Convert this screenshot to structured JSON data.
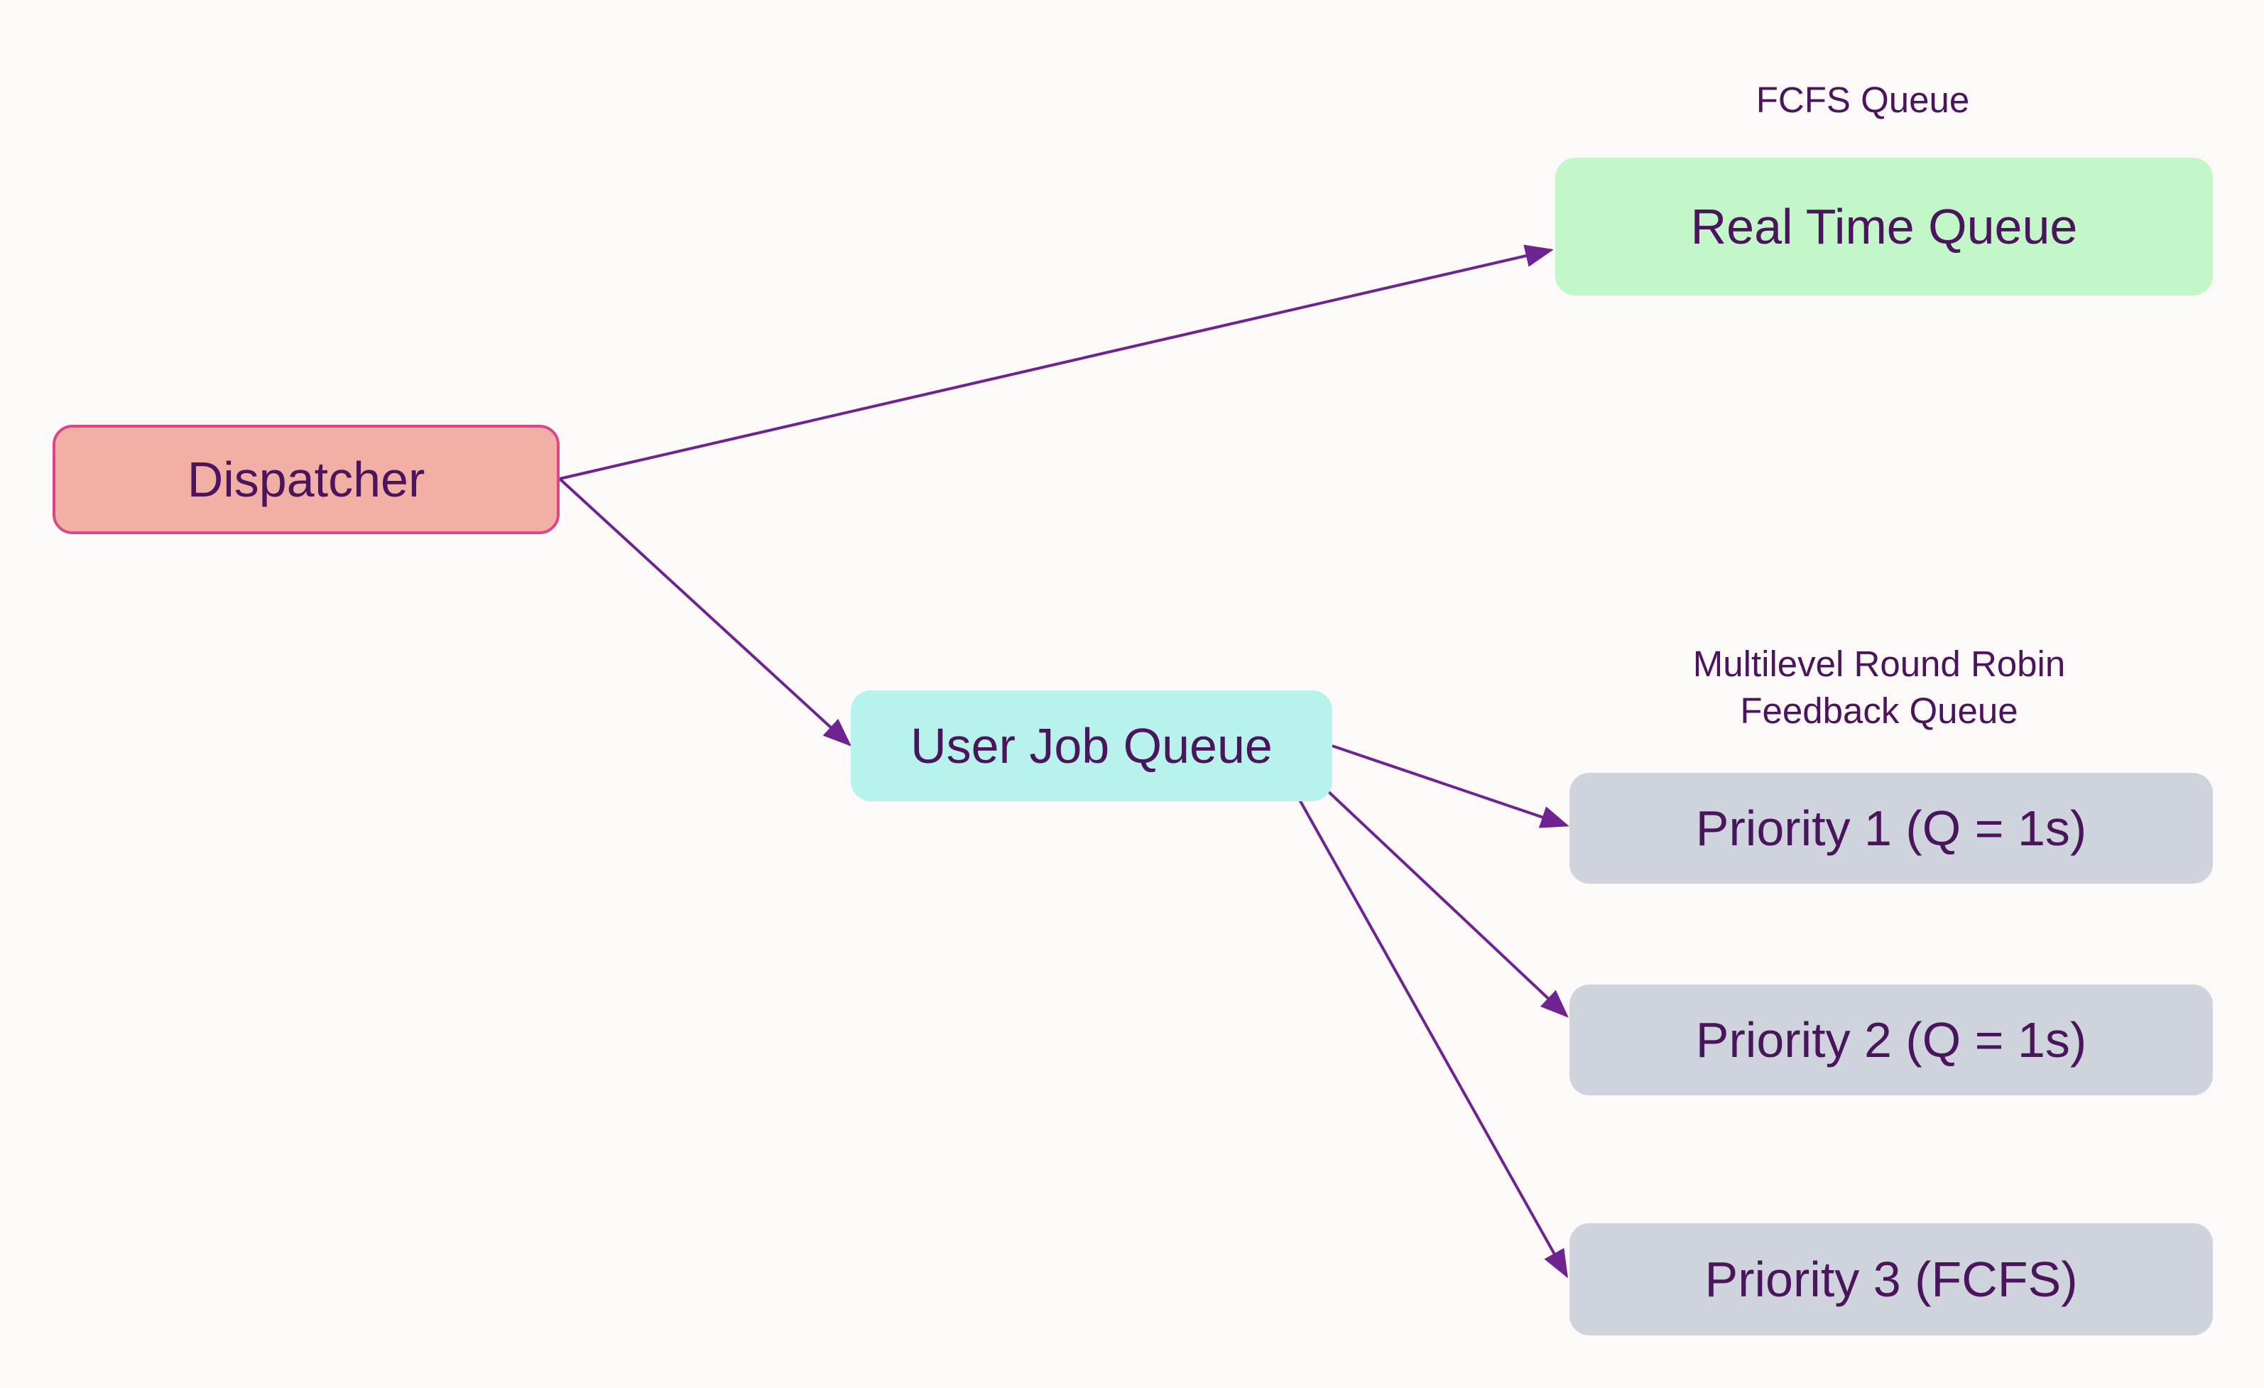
{
  "nodes": {
    "dispatcher": "Dispatcher",
    "real_time_queue": "Real Time Queue",
    "user_job_queue": "User Job Queue",
    "priority_1": "Priority 1 (Q = 1s)",
    "priority_2": "Priority 2 (Q = 1s)",
    "priority_3": "Priority 3 (FCFS)"
  },
  "labels": {
    "fcfs_queue": "FCFS Queue",
    "multilevel_line1": "Multilevel Round Robin",
    "multilevel_line2": "Feedback Queue"
  },
  "edges": [
    {
      "from": "Dispatcher",
      "to": "Real Time Queue"
    },
    {
      "from": "Dispatcher",
      "to": "User Job Queue"
    },
    {
      "from": "User Job Queue",
      "to": "Priority 1 (Q = 1s)"
    },
    {
      "from": "User Job Queue",
      "to": "Priority 2 (Q = 1s)"
    },
    {
      "from": "User Job Queue",
      "to": "Priority 3 (FCFS)"
    }
  ],
  "colors": {
    "background": "#fdf9f8",
    "text": "#4a155c",
    "edge": "#6e2390",
    "dispatcher_fill": "#f2afa4",
    "dispatcher_border": "#d9468a",
    "real_time_fill": "#c3f6c8",
    "user_job_fill": "#b7f3ec",
    "priority_fill": "#cfd3db"
  }
}
